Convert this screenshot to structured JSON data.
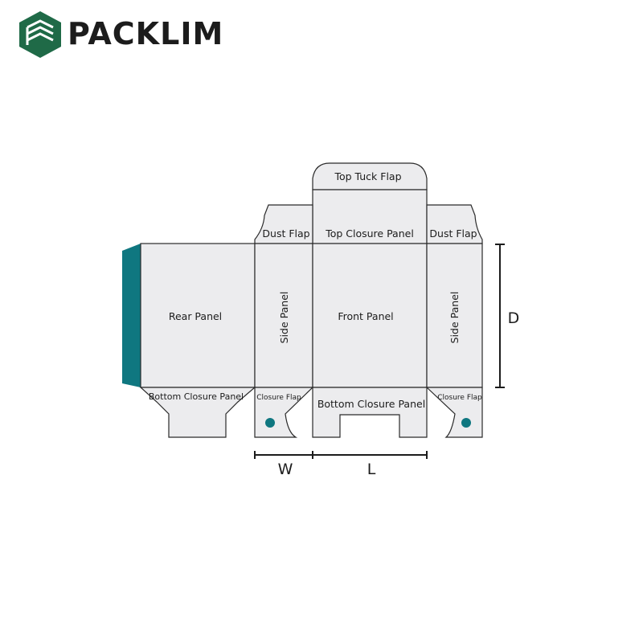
{
  "brand": {
    "name": "PACKLIM",
    "color": "#1f6a47"
  },
  "accent": "#0f7780",
  "panels": {
    "top_tuck_flap": "Top Tuck Flap",
    "dust_flap_left": "Dust Flap",
    "top_closure_panel": "Top Closure Panel",
    "dust_flap_right": "Dust Flap",
    "rear_panel": "Rear Panel",
    "side_panel_left": "Side Panel",
    "front_panel": "Front Panel",
    "side_panel_right": "Side Panel",
    "bottom_closure_panel_left": "Bottom Closure Panel",
    "closure_flap_left": "Closure Flap",
    "bottom_closure_panel_center": "Bottom Closure Panel",
    "closure_flap_right": "Closure Flap"
  },
  "dimensions": {
    "width": "W",
    "length": "L",
    "depth": "D"
  }
}
